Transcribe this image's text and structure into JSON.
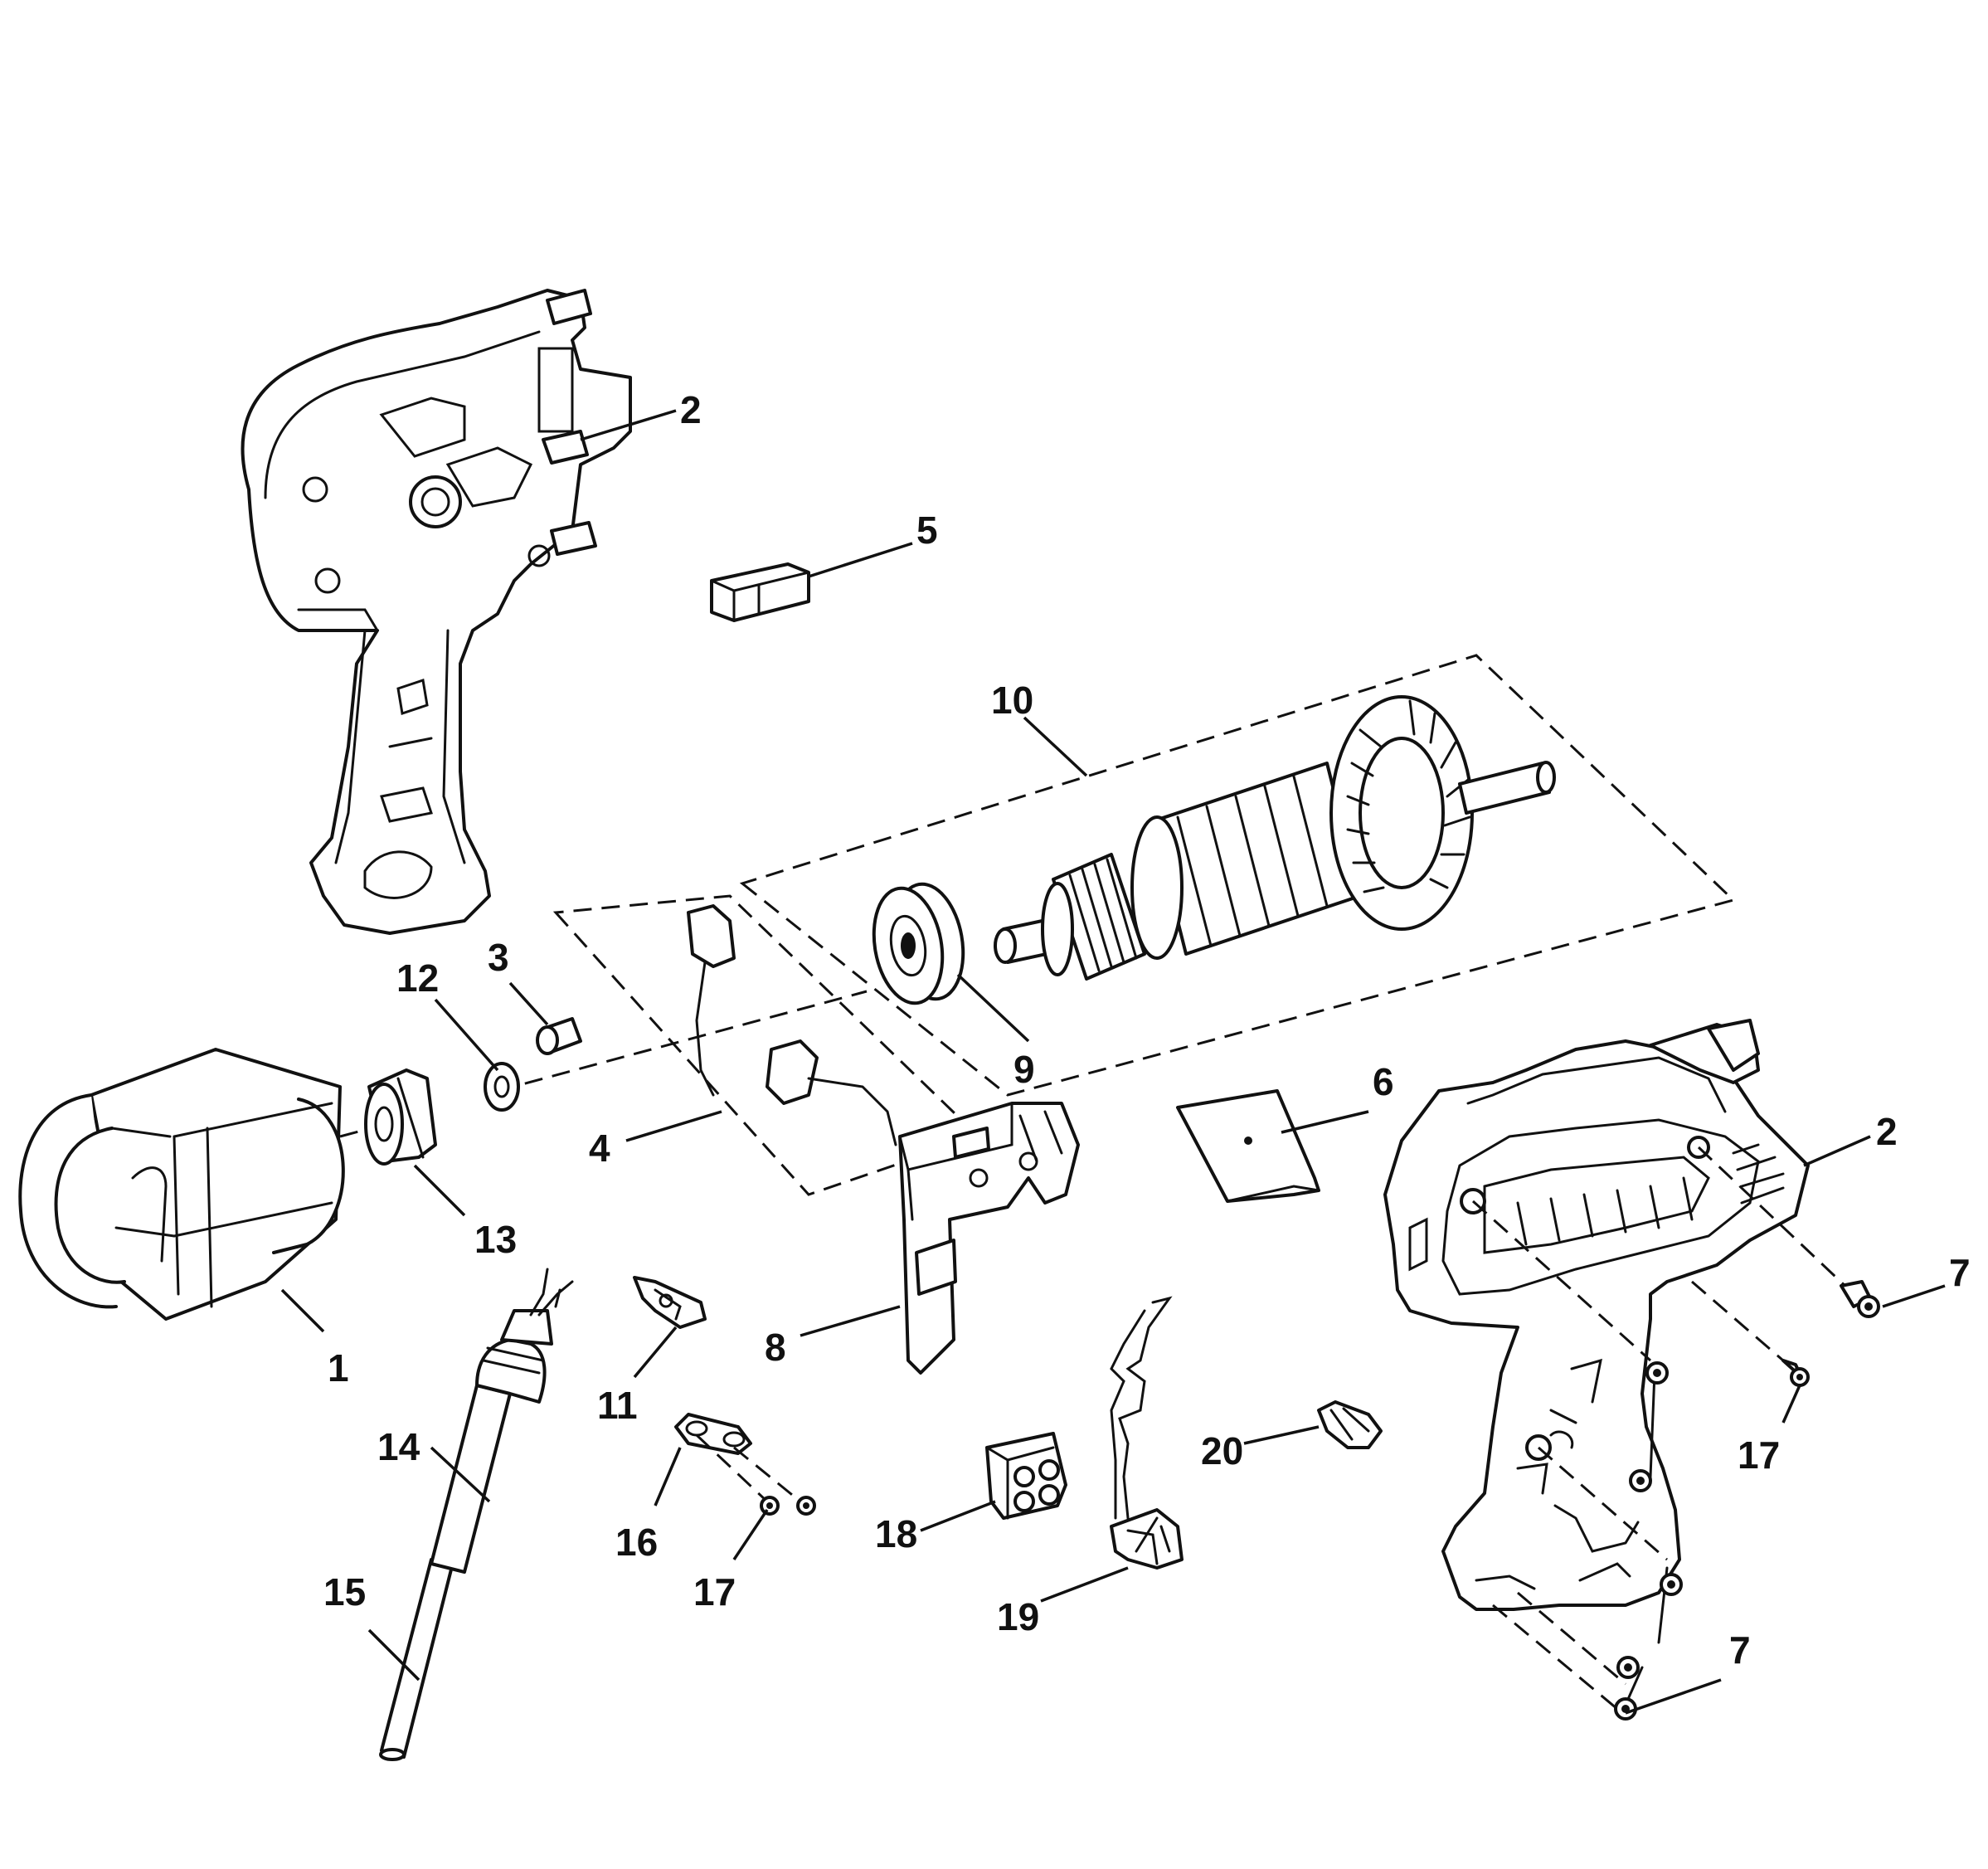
{
  "callouts": {
    "n1": "1",
    "n2a": "2",
    "n2b": "2",
    "n3": "3",
    "n4": "4",
    "n5": "5",
    "n6": "6",
    "n7a": "7",
    "n7b": "7",
    "n8": "8",
    "n9": "9",
    "n10": "10",
    "n11": "11",
    "n12": "12",
    "n13": "13",
    "n14": "14",
    "n15": "15",
    "n16": "16",
    "n17a": "17",
    "n17b": "17",
    "n18": "18",
    "n19": "19",
    "n20": "20"
  },
  "colors": {
    "ink": "#111111",
    "paper": "#ffffff"
  }
}
